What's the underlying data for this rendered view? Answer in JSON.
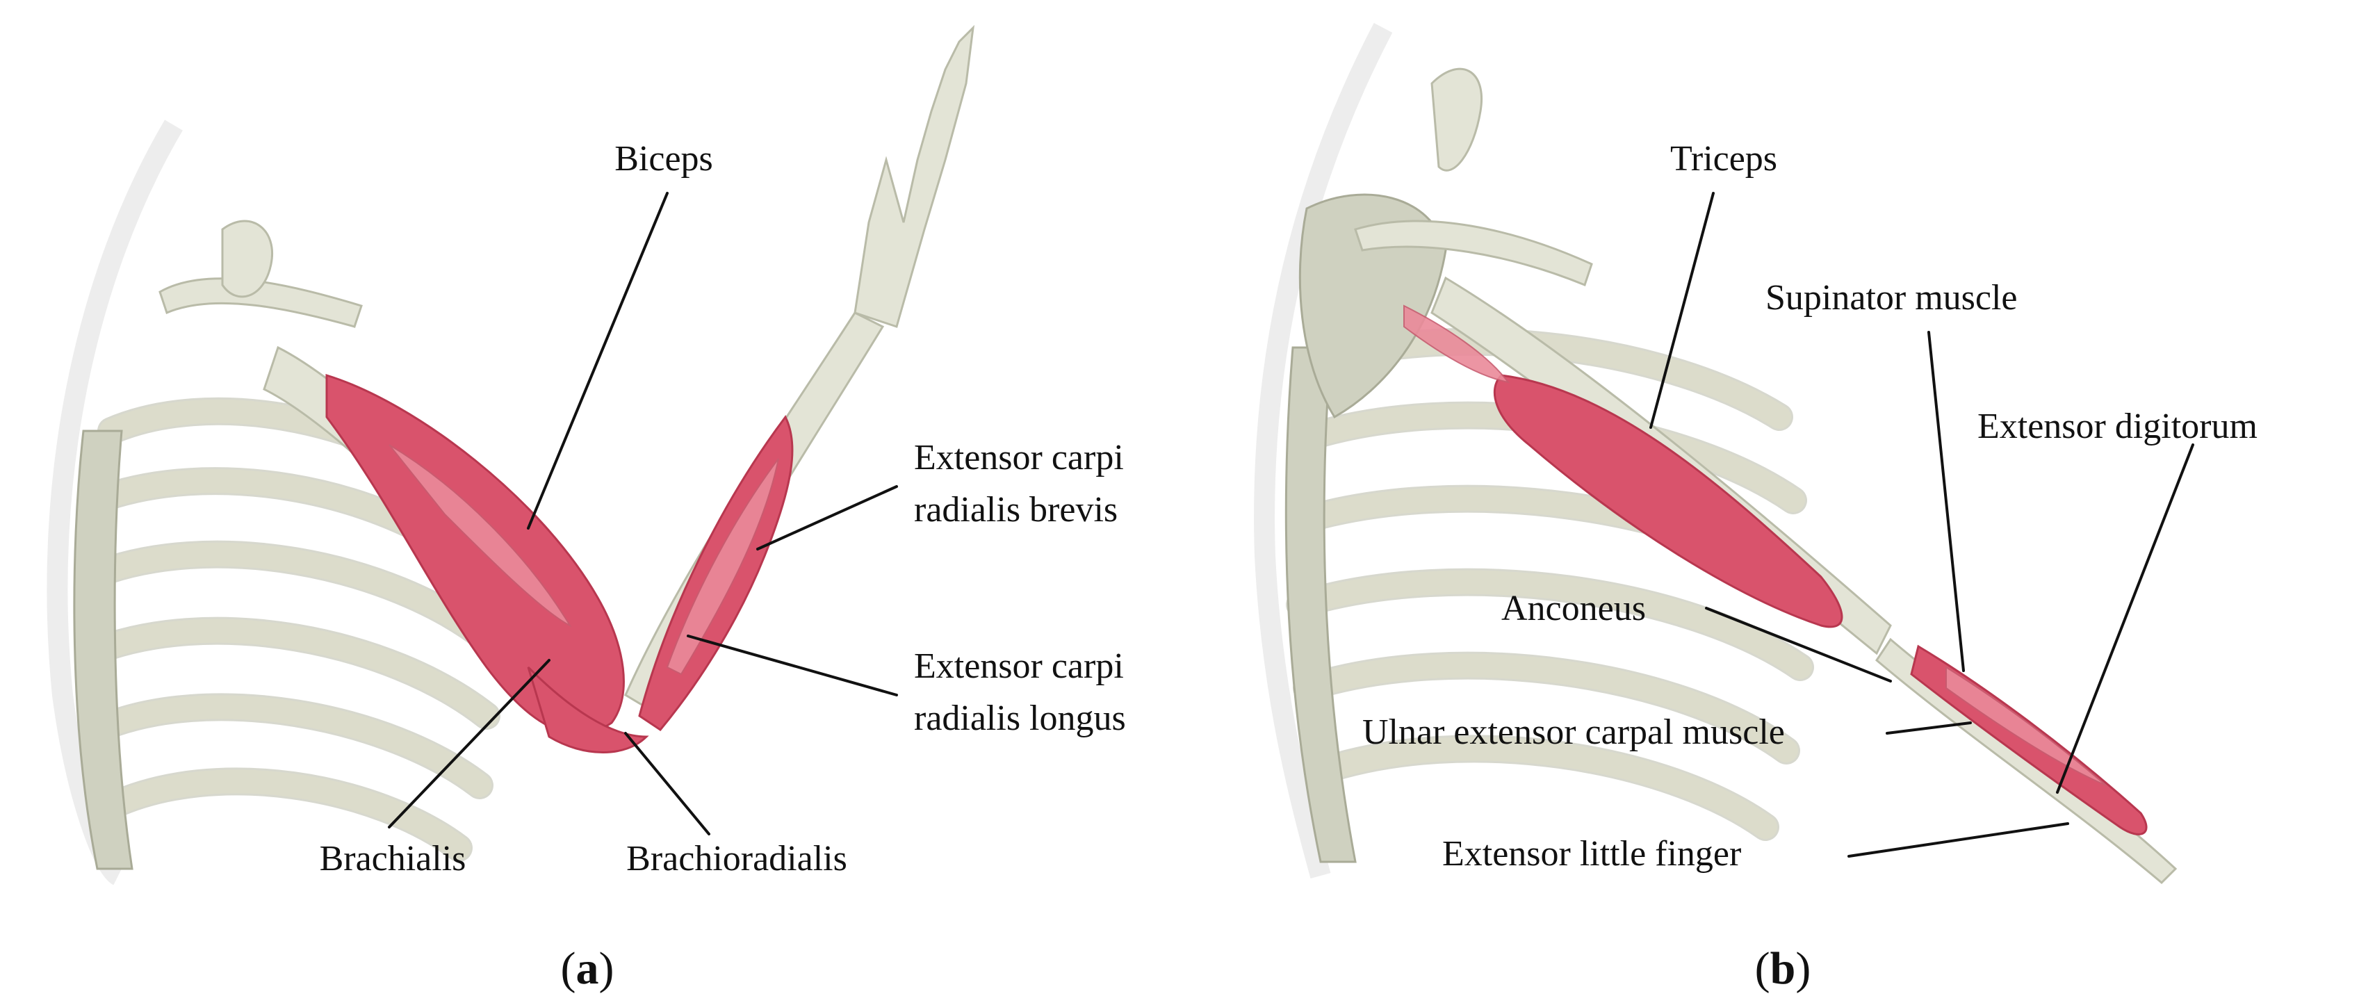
{
  "panels": [
    {
      "caption_open": "(",
      "caption_letter": "a",
      "caption_close": ")",
      "labels": {
        "biceps": "Biceps",
        "ecrb_line1": "Extensor carpi",
        "ecrb_line2": "radialis brevis",
        "ecrl_line1": "Extensor carpi",
        "ecrl_line2": "radialis longus",
        "brachialis": "Brachialis",
        "brachioradialis": "Brachioradialis"
      }
    },
    {
      "caption_open": "(",
      "caption_letter": "b",
      "caption_close": ")",
      "labels": {
        "triceps": "Triceps",
        "supinator": "Supinator muscle",
        "extensor_digitorum": "Extensor digitorum",
        "anconeus": "Anconeus",
        "ulnar_extensor": "Ulnar extensor carpal muscle",
        "extensor_little_finger": "Extensor little finger"
      }
    }
  ],
  "colors": {
    "muscle": "#d9536c",
    "bone": "#e3e4d6",
    "text": "#111111"
  }
}
